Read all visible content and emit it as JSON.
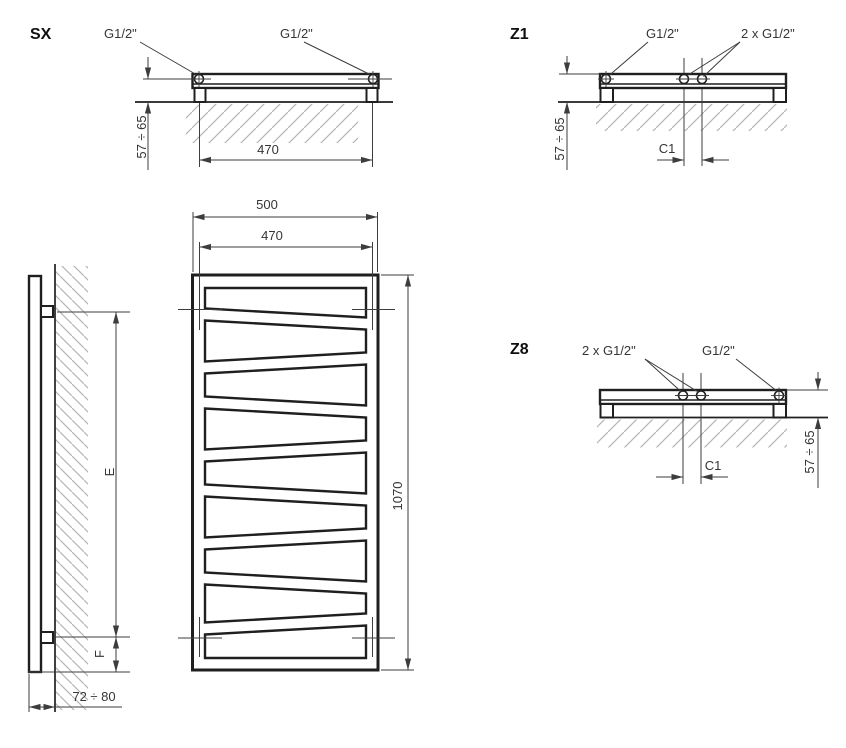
{
  "drawing": {
    "views": {
      "sx": {
        "label": "SX",
        "connection_left": "G1/2\"",
        "connection_right": "G1/2\"",
        "wall_distance": "57 ÷ 65",
        "connection_spacing": "470"
      },
      "z1": {
        "label": "Z1",
        "connection_single": "G1/2\"",
        "connection_pair": "2 x G1/2\"",
        "wall_distance": "57 ÷ 65",
        "pair_spacing": "C1"
      },
      "z8": {
        "label": "Z8",
        "connection_pair": "2 x G1/2\"",
        "connection_single": "G1/2\"",
        "wall_distance": "57 ÷ 65",
        "pair_spacing": "C1"
      },
      "side": {
        "bracket_span": "E",
        "bracket_to_bottom": "F",
        "wall_offset": "72 ÷ 80"
      },
      "front": {
        "overall_width": "500",
        "connection_spacing": "470",
        "overall_height": "1070"
      }
    },
    "colors": {
      "line": "#1f1f1f",
      "dimension": "#3d3d3d",
      "hatch": "#b5b5b5",
      "background": "#ffffff"
    }
  }
}
